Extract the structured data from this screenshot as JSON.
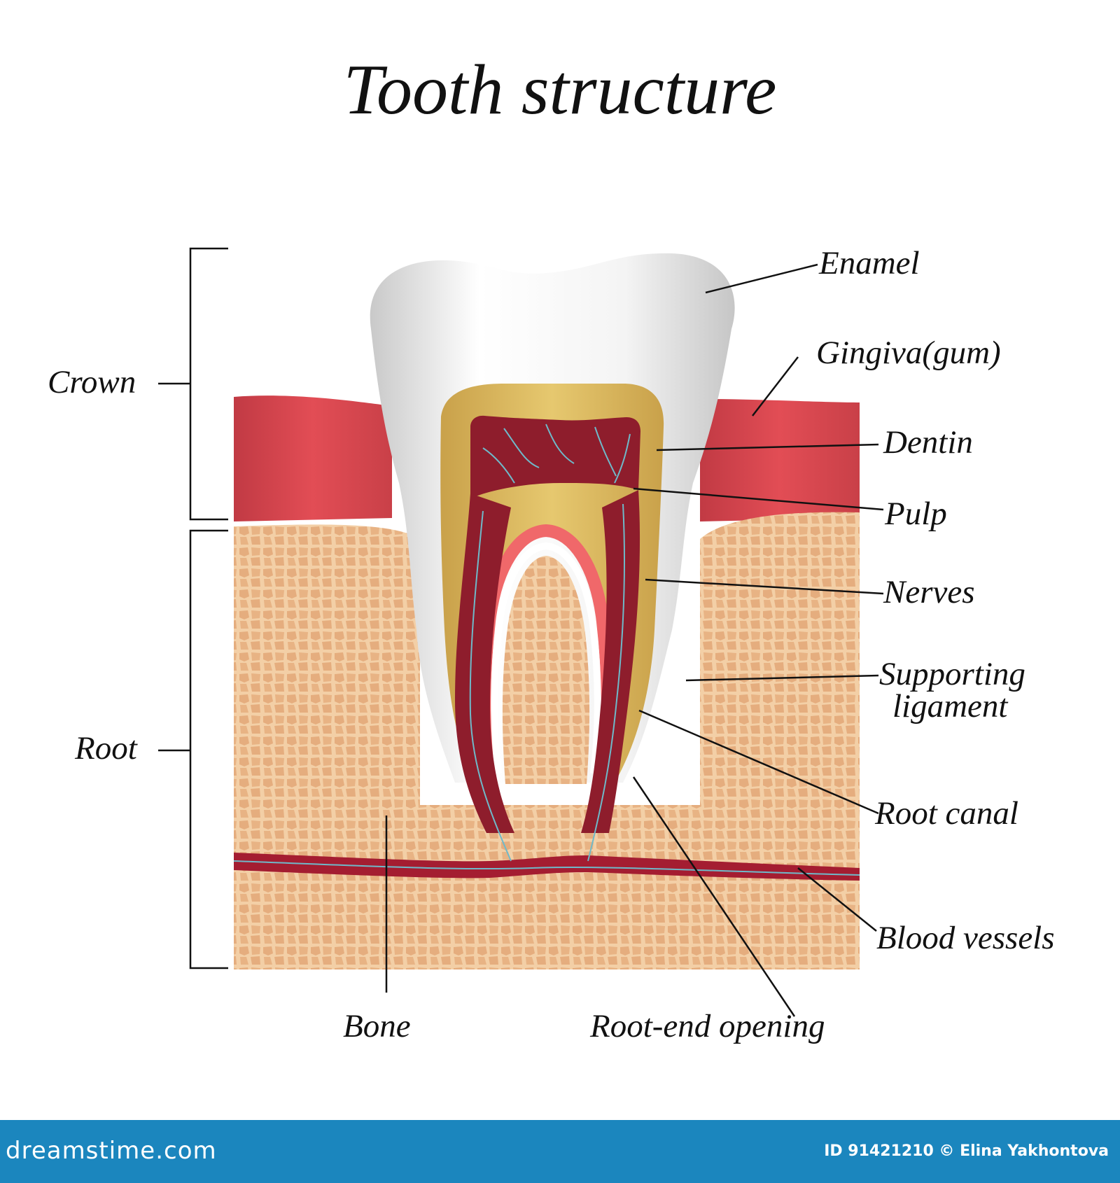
{
  "title": "Tooth structure",
  "labels": {
    "crown": "Crown",
    "root": "Root",
    "enamel": "Enamel",
    "gingiva": "Gingiva(gum)",
    "dentin": "Dentin",
    "pulp": "Pulp",
    "nerves": "Nerves",
    "supporting_line1": "Supporting",
    "supporting_line2": "ligament",
    "root_canal": "Root canal",
    "blood_vessels": "Blood vessels",
    "bone": "Bone",
    "root_end_opening": "Root-end opening"
  },
  "footer": {
    "logo": "dreamstime.com",
    "credit": "ID 91421210 © Elina Yakhontova"
  },
  "colors": {
    "gum": "#d8434d",
    "bone": "#e9b489",
    "bone_cell": "#f3cfa6",
    "enamel": "#e9e9e9",
    "dentin": "#d9b457",
    "pulp": "#8e1d2c",
    "ligament": "#f0686a",
    "nerve": "#6fb9c9",
    "footer": "#1b86be"
  }
}
